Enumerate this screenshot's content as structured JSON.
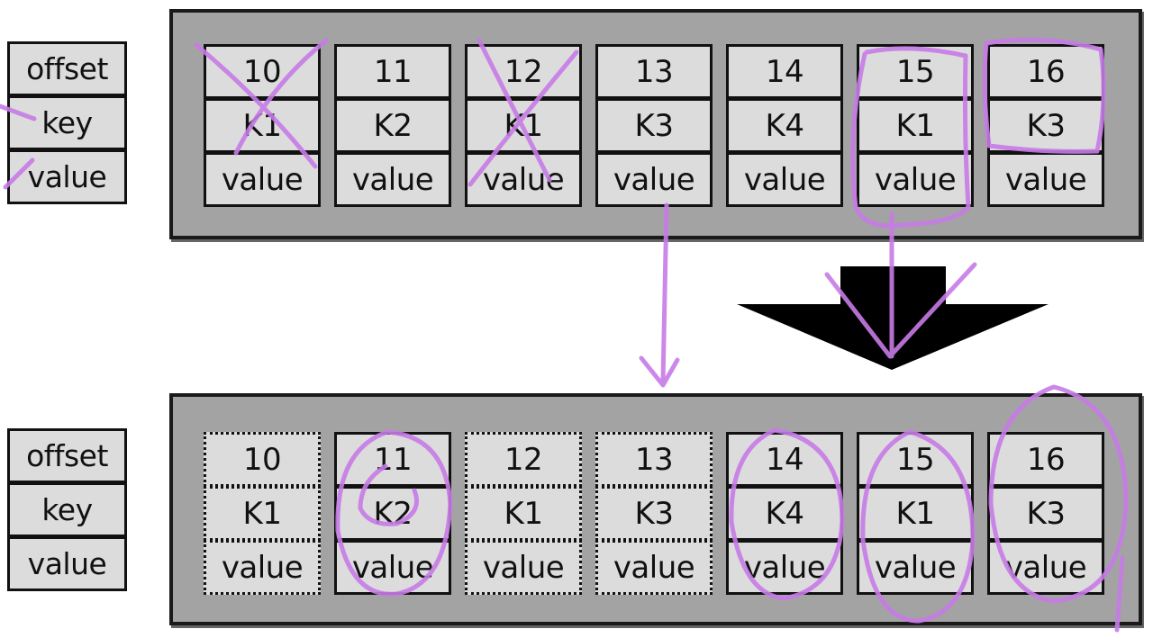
{
  "legend": {
    "top": [
      "offset",
      "key",
      "value"
    ],
    "bottom": [
      "offset",
      "key",
      "value"
    ]
  },
  "before_compaction": [
    {
      "offset": "10",
      "key": "K1",
      "value": "value"
    },
    {
      "offset": "11",
      "key": "K2",
      "value": "value"
    },
    {
      "offset": "12",
      "key": "K1",
      "value": "value"
    },
    {
      "offset": "13",
      "key": "K3",
      "value": "value"
    },
    {
      "offset": "14",
      "key": "K4",
      "value": "value"
    },
    {
      "offset": "15",
      "key": "K1",
      "value": "value"
    },
    {
      "offset": "16",
      "key": "K3",
      "value": "value"
    }
  ],
  "after_compaction": [
    {
      "offset": "10",
      "key": "K1",
      "value": "value",
      "removed": true
    },
    {
      "offset": "11",
      "key": "K2",
      "value": "value",
      "removed": false
    },
    {
      "offset": "12",
      "key": "K1",
      "value": "value",
      "removed": true
    },
    {
      "offset": "13",
      "key": "K3",
      "value": "value",
      "removed": true
    },
    {
      "offset": "14",
      "key": "K4",
      "value": "value",
      "removed": false
    },
    {
      "offset": "15",
      "key": "K1",
      "value": "value",
      "removed": false
    },
    {
      "offset": "16",
      "key": "K3",
      "value": "value",
      "removed": false
    }
  ],
  "colors": {
    "ink": "#c77be6",
    "log_bg": "#a3a3a3",
    "cell_bg": "#dcdcdc"
  }
}
